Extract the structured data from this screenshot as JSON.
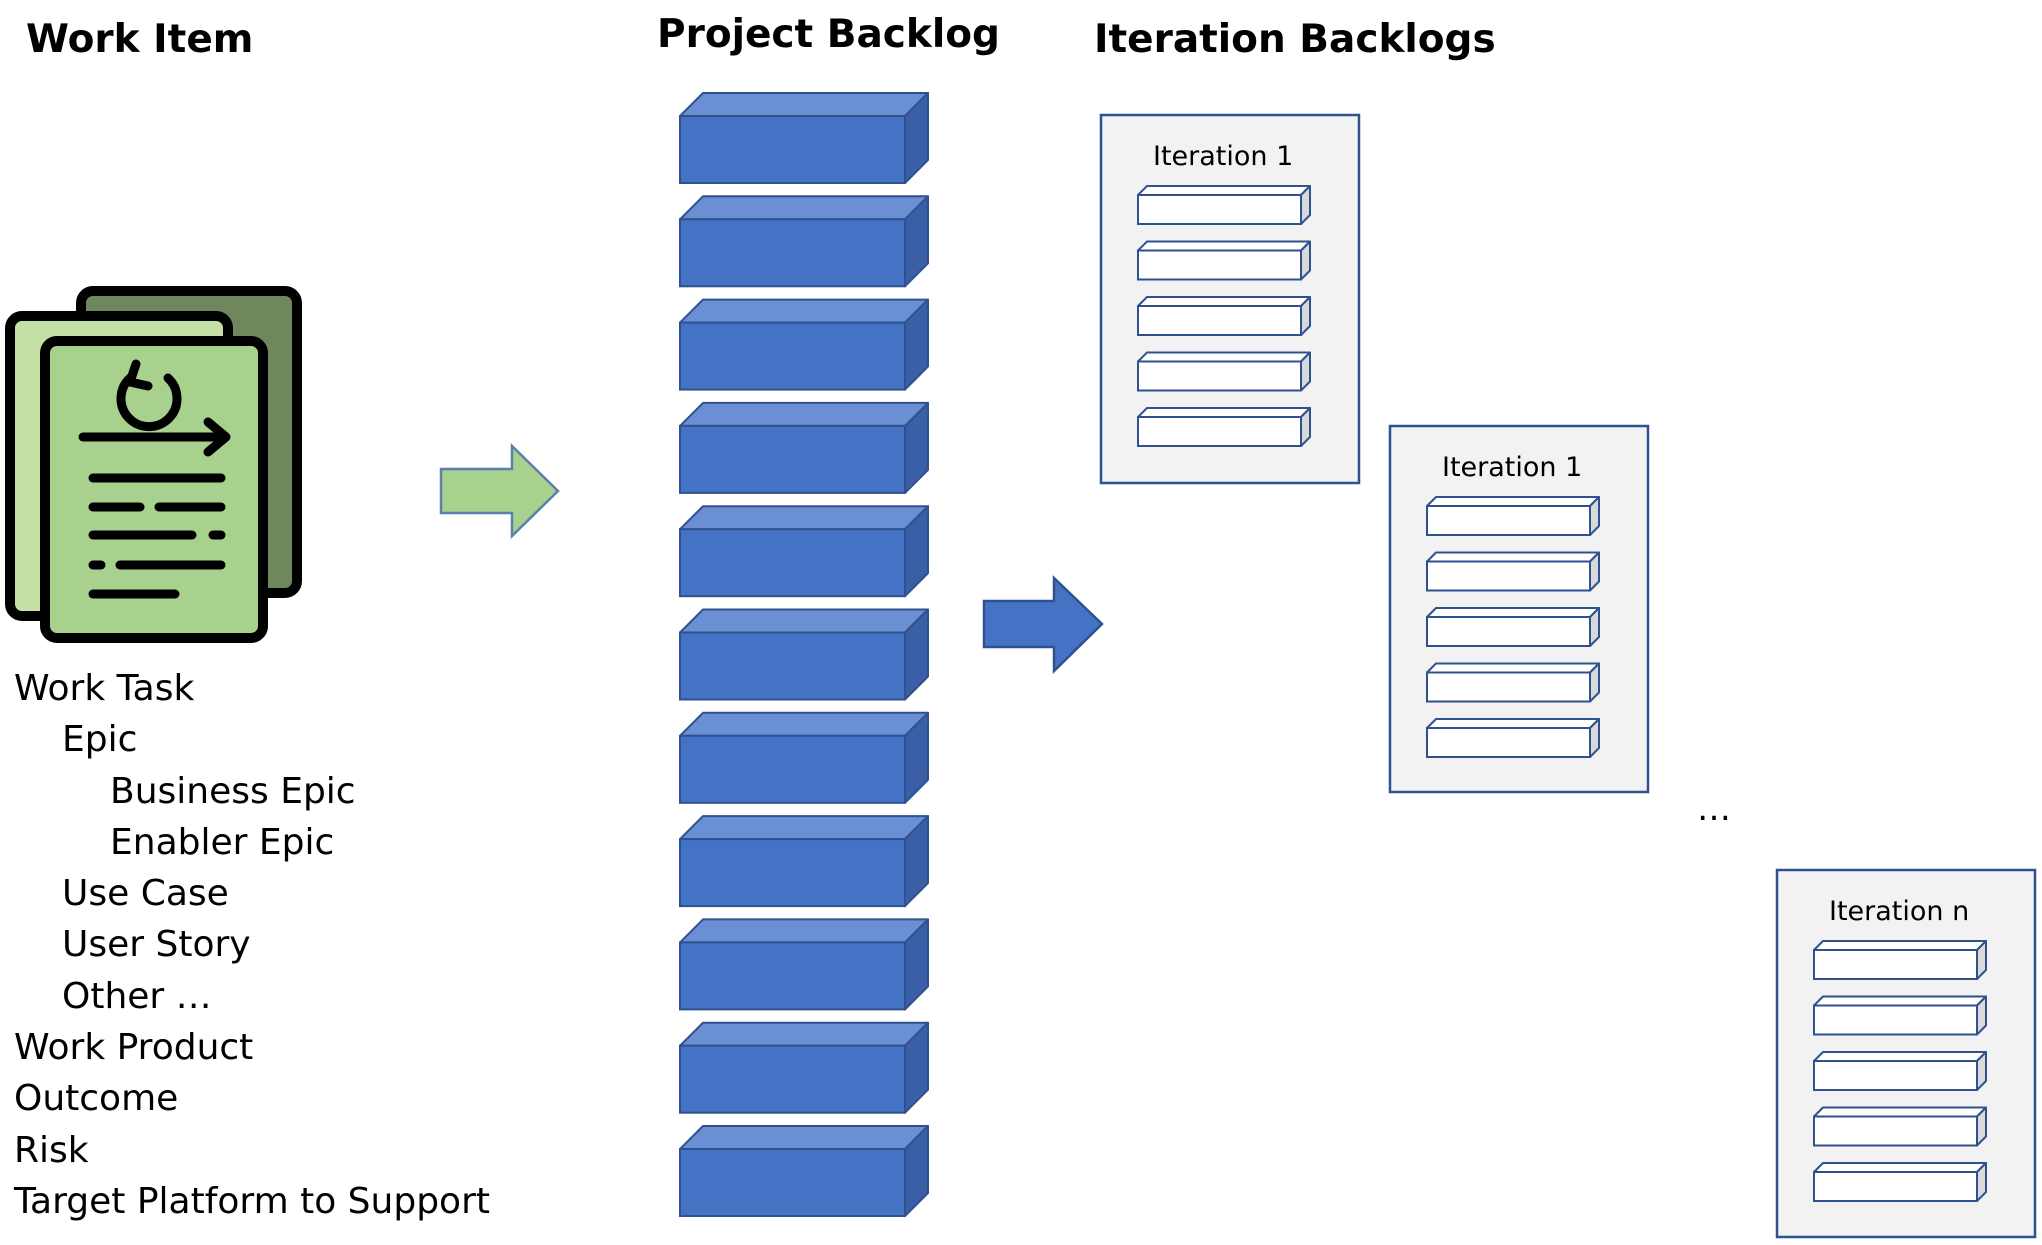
{
  "headings": {
    "work_item": "Work Item",
    "project_backlog": "Project Backlog",
    "iteration_backlogs": "Iteration Backlogs"
  },
  "work_item_types": [
    {
      "label": "Work Task",
      "level": 0
    },
    {
      "label": "Epic",
      "level": 1
    },
    {
      "label": "Business Epic",
      "level": 2
    },
    {
      "label": "Enabler Epic",
      "level": 2
    },
    {
      "label": "Use Case",
      "level": 1
    },
    {
      "label": "User Story",
      "level": 1
    },
    {
      "label": "Other …",
      "level": 1
    },
    {
      "label": "Work Product",
      "level": 0
    },
    {
      "label": "Outcome",
      "level": 0
    },
    {
      "label": "Risk",
      "level": 0
    },
    {
      "label": "Target Platform to Support",
      "level": 0
    }
  ],
  "project_backlog": {
    "item_count": 11
  },
  "iterations": [
    {
      "label": "Iteration 1",
      "item_count": 5
    },
    {
      "label": "Iteration 1",
      "item_count": 5
    },
    {
      "label": "Iteration n",
      "item_count": 5
    }
  ],
  "ellipsis": "…",
  "colors": {
    "backlog_front": "#4472C4",
    "backlog_top": "#6A8FD3",
    "backlog_side": "#3A5FA6",
    "backlog_stroke": "#2F528F",
    "arrow_green": "#A9D18E",
    "arrow_green_stroke": "#5B7FAE",
    "arrow_blue": "#4472C4",
    "iteration_panel_fill": "#F2F2F2",
    "iteration_panel_stroke": "#2F528F",
    "doc_back": "#70875E",
    "doc_mid": "#C5E0A5",
    "doc_front": "#A9D18E"
  },
  "icons": [
    "work-item-document-icon",
    "arrow-right-icon"
  ]
}
